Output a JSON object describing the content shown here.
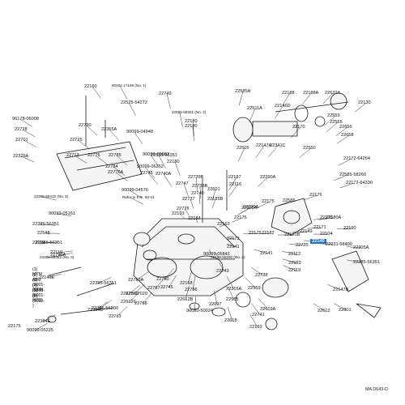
{
  "diagram": {
    "highlight_color": "#1f6fd1",
    "line_color": "#1a1a1a",
    "drawing_code": "MA D643-D",
    "highlighted_part": "22140",
    "labels": [
      "22160",
      "22749",
      "22585A",
      "22188",
      "22188A",
      "22632A",
      "22130",
      "90201-17169 (No. 1)",
      "22525-54272",
      "22585-58351 (No. 2)",
      "22511A",
      "22146D",
      "22559",
      "22656",
      "96178-06008",
      "22730",
      "22180",
      "22180",
      "22555",
      "22170",
      "22658",
      "22728",
      "22365A",
      "90099-04948",
      "22505",
      "22147A",
      "22341C",
      "22550",
      "22701",
      "22725",
      "22325A",
      "22712",
      "22776",
      "22785",
      "22335-56351",
      "90099-05802",
      "22784",
      "22180",
      "22776A",
      "90099-06252",
      "22172-64264",
      "22745",
      "22740A",
      "22739B",
      "22187",
      "22290A",
      "22585-58260",
      "22172-64330",
      "22385-56410 (No. 1)",
      "22747",
      "22738B",
      "90099-04576",
      "22740",
      "22116",
      "22310A",
      "22601",
      "22185B",
      "90099-05161",
      "22737",
      "Refer to FIG. 83-01",
      "22726",
      "22290A",
      "22176",
      "22586",
      "22175",
      "22170",
      "22180A",
      "22385-56351",
      "22548",
      "22119",
      "22184",
      "22175",
      "22171",
      "22149",
      "22182",
      "22101B",
      "22104",
      "22190",
      "22163",
      "22193",
      "22119",
      "22175",
      "22173",
      "22141",
      "22140",
      "22231-58490",
      "22305A",
      "22385-56351",
      "22141",
      "90099-05841",
      "22735",
      "22583",
      "22112",
      "22385-56352 (No. 3)",
      "22385-56351",
      "22149E",
      "22743",
      "22148-56200 (No. 2)",
      "22738",
      "22790A",
      "22119",
      "22790",
      "22745",
      "22316A",
      "22786",
      "22787",
      "22559",
      "22825-17020",
      "22147B",
      "22385-56351",
      "22753A",
      "22612B",
      "22168",
      "22555",
      "22619A",
      "22612",
      "22801",
      "22385-56200",
      "22758",
      "90050-50024",
      "22697",
      "22618",
      "90099-05225",
      "22384E",
      "22384D",
      "22713",
      "22741",
      "22193",
      "22612C",
      "22759",
      "22175"
    ],
    "notes": [
      "(1) MTM",
      "(2) ATM",
      "(3) (9001-9208)",
      "(4) (9208-   )",
      "(5) (9001-9011)",
      "(6) (9011-   )"
    ]
  }
}
